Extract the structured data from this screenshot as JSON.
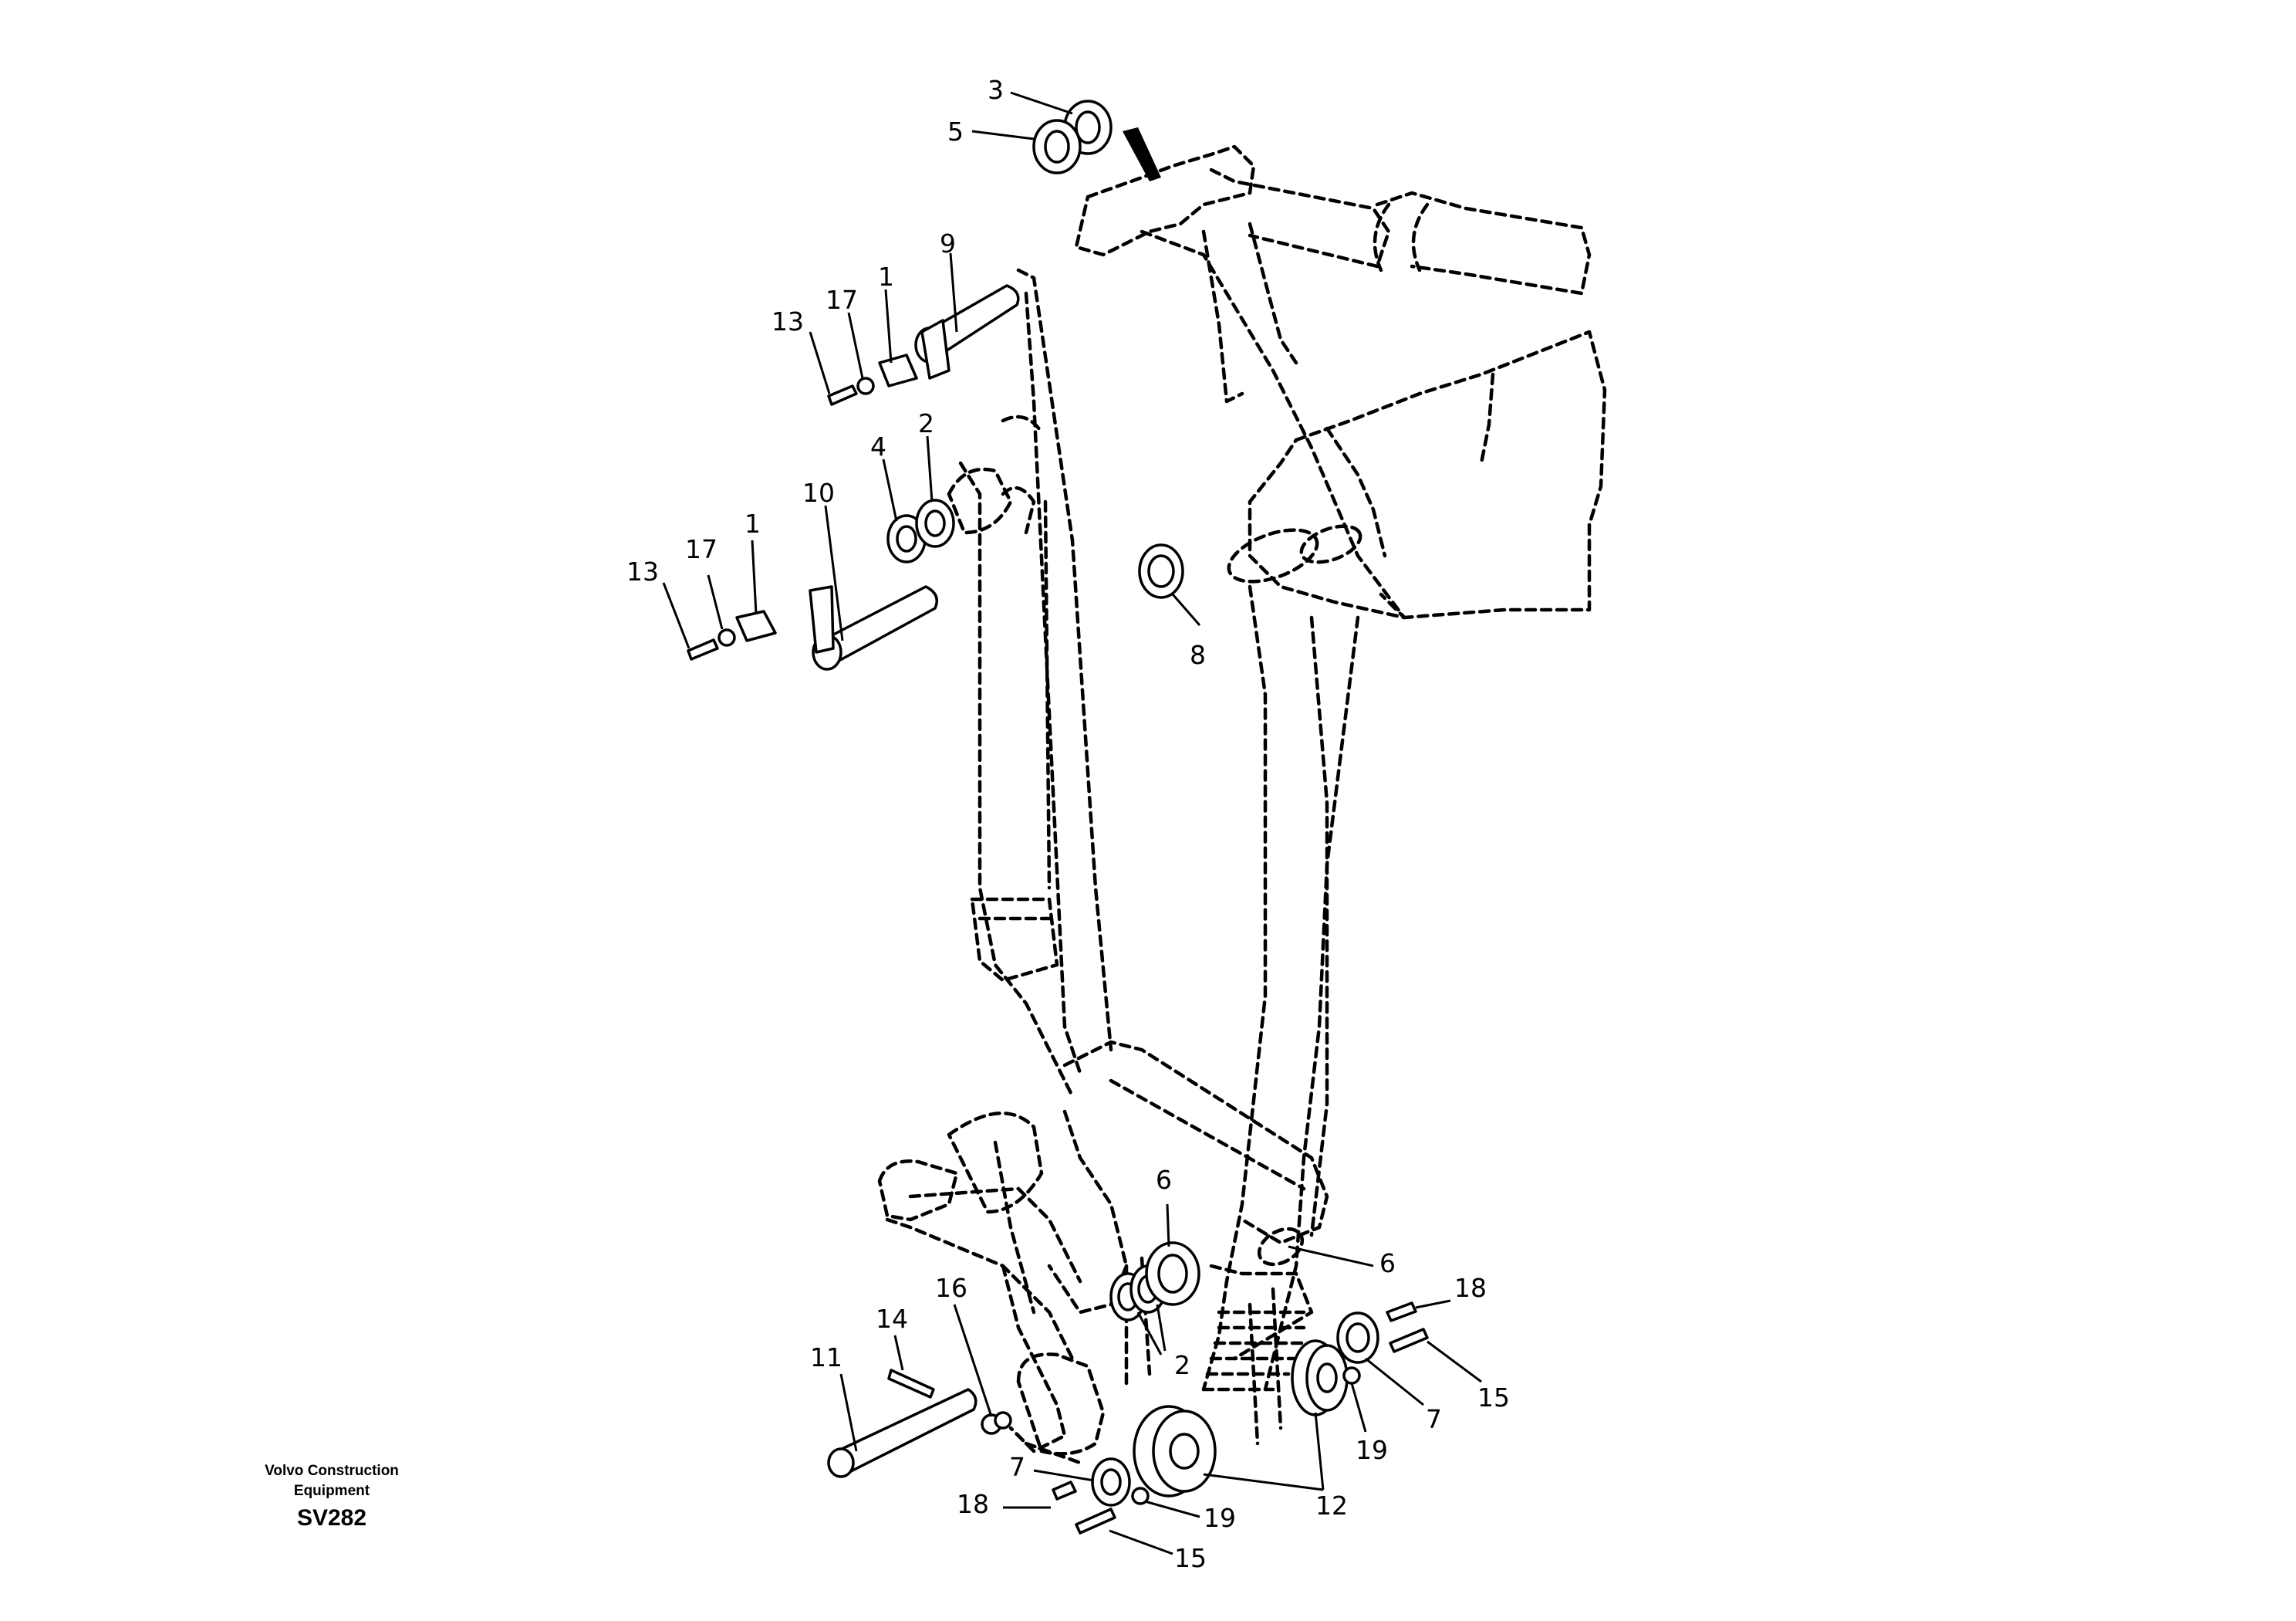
{
  "manufacturer": "Volvo Construction Equipment",
  "drawing_code": "SV282",
  "callouts": {
    "c3": "3",
    "c5": "5",
    "c9": "9",
    "c13a": "13",
    "c17a": "17",
    "c1a": "1",
    "c4": "4",
    "c2a": "2",
    "c10": "10",
    "c13b": "13",
    "c17b": "17",
    "c1b": "1",
    "c8": "8",
    "c6a": "6",
    "c6b": "6",
    "c2b": "2",
    "c18a": "18",
    "c15a": "15",
    "c7a": "7",
    "c19a": "19",
    "c14": "14",
    "c16": "16",
    "c11": "11",
    "c12": "12",
    "c7b": "7",
    "c18b": "18",
    "c19b": "19",
    "c15b": "15"
  }
}
